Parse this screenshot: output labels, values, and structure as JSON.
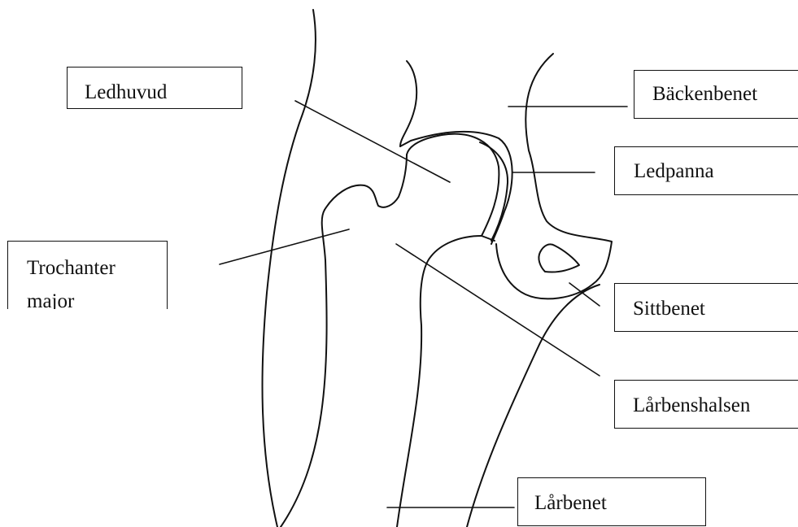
{
  "diagram": {
    "colors": {
      "stroke": "#111111",
      "background": "#ffffff"
    },
    "labels": {
      "ledhuvud": "Ledhuvud",
      "backenbenet": "Bäckenbenet",
      "ledpanna": "Ledpanna",
      "trochanter_line1": "Trochanter",
      "trochanter_line2": "major",
      "sittbenet": "Sittbenet",
      "larbenshalsen": "Lårbenshalsen",
      "larbenet": "Lårbenet"
    }
  }
}
